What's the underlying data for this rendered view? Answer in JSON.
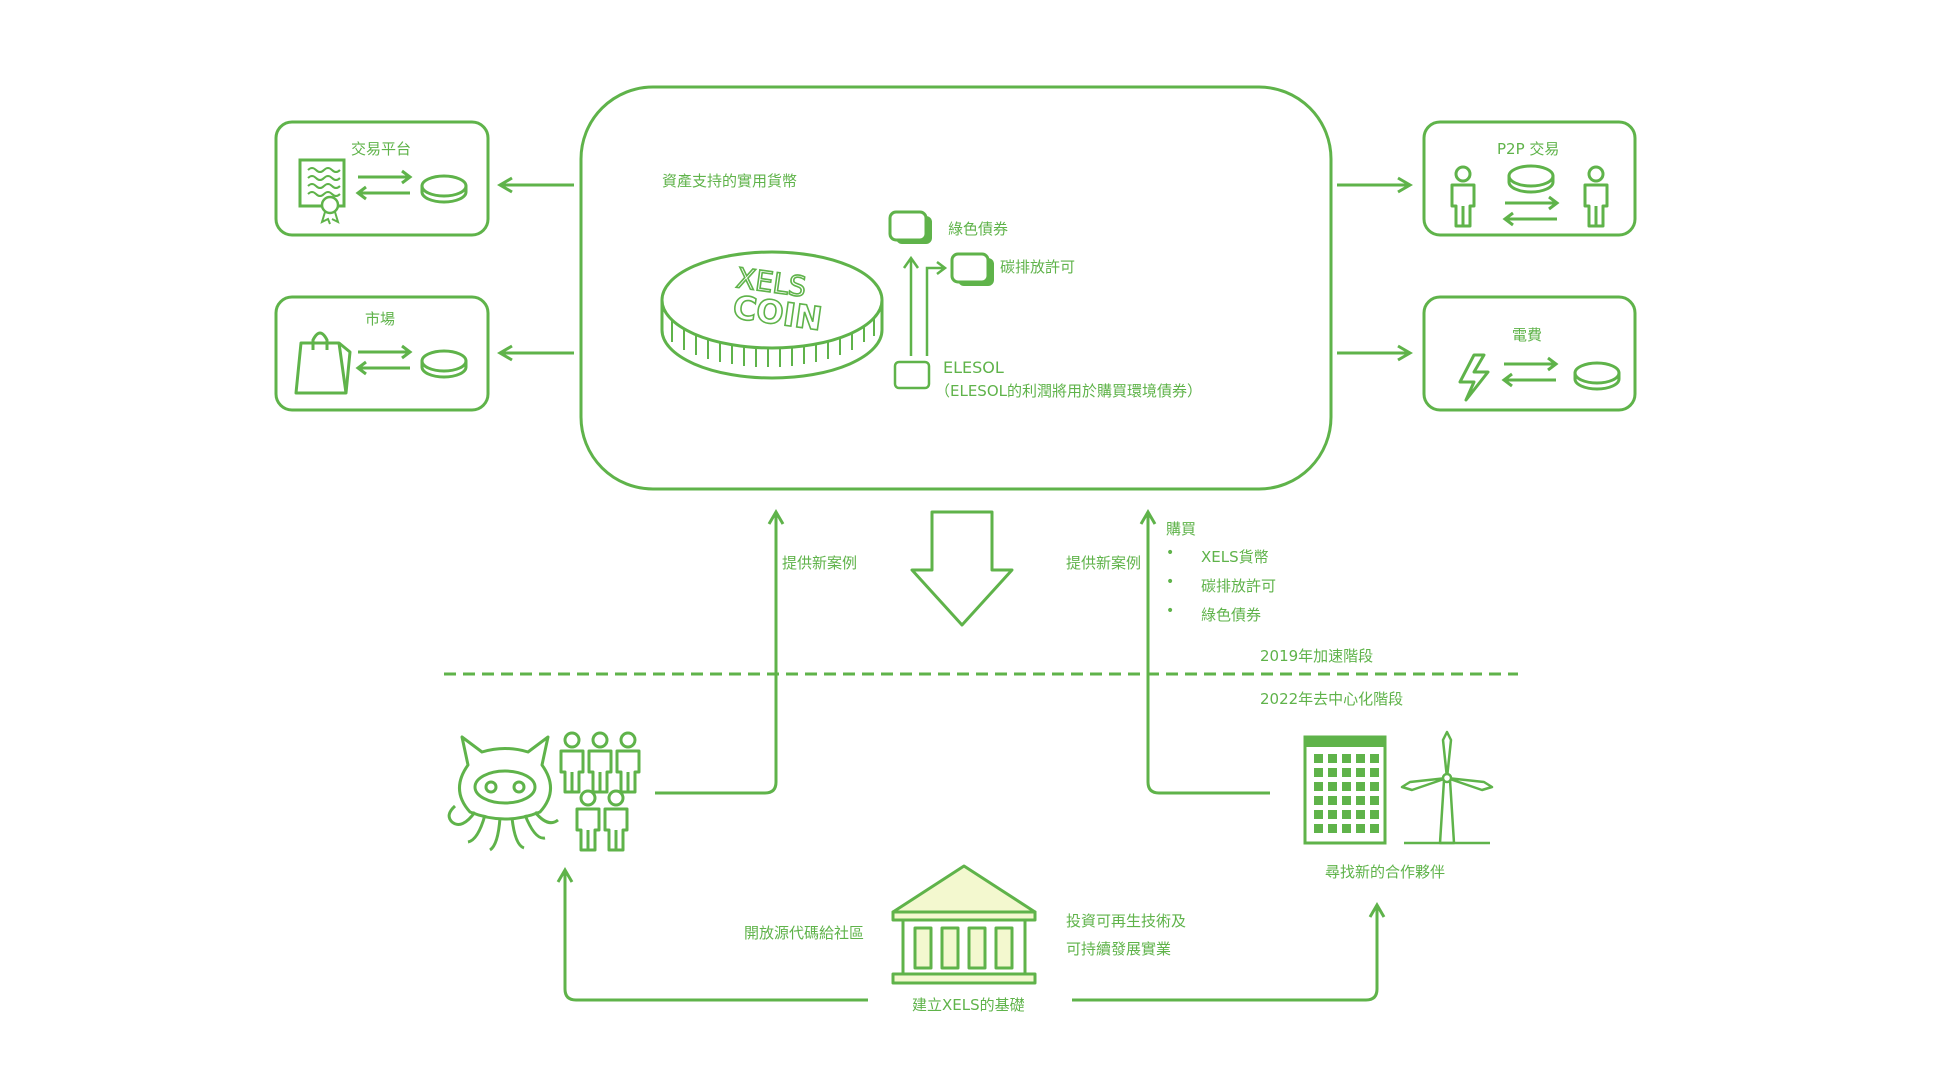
{
  "colors": {
    "accent": "#5fb34a",
    "fill_light": "#f3f8cf",
    "background": "#ffffff"
  },
  "center": {
    "title": "資產支持的實用貨幣",
    "coin_line1": "XELS",
    "coin_line2": "COIN",
    "green_bonds": "綠色債券",
    "carbon_permits": "碳排放許可",
    "elesol": "ELESOL",
    "elesol_note": "（ELESOL的利潤將用於購買環境債券）"
  },
  "left_boxes": [
    {
      "label": "交易平台",
      "icon": "certificate-icon"
    },
    {
      "label": "市場",
      "icon": "shopping-bag-icon"
    }
  ],
  "right_boxes": [
    {
      "label": "P2P 交易",
      "icon": "person-icon"
    },
    {
      "label": "電費",
      "icon": "lightning-icon"
    }
  ],
  "flow": {
    "new_cases_left": "提供新案例",
    "new_cases_right": "提供新案例",
    "purchase_title": "購買",
    "purchase_items": [
      "XELS貨幣",
      "碳排放許可",
      "綠色債券"
    ],
    "phase_2019": "2019年加速階段",
    "phase_2022": "2022年去中心化階段",
    "partners": "尋找新的合作夥伴",
    "open_source": "開放源代碼給社區",
    "invest_line1": "投資可再生技術及",
    "invest_line2": "可持續發展實業",
    "foundation": "建立XELS的基礎"
  }
}
